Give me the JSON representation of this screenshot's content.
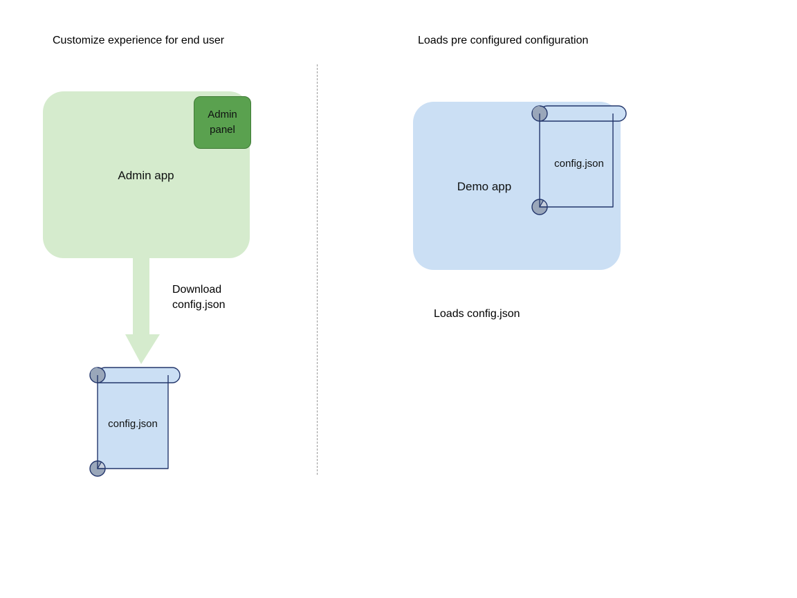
{
  "diagram": {
    "title_left": "Customize experience for end user",
    "title_right": "Loads pre configured configuration",
    "colors": {
      "admin_app_fill": "#d5ebcd",
      "admin_panel_fill": "#5aa14f",
      "admin_panel_stroke": "#3f7a36",
      "demo_app_fill": "#cbdff4",
      "scroll_fill": "#cbdff4",
      "scroll_stroke": "#23366b",
      "scroll_curl_fill": "#9aa7ba",
      "arrow_fill": "#d5ebcd",
      "divider_stroke": "#9a9a9a",
      "text": "#000000"
    }
  },
  "left_panel": {
    "heading": "Customize experience for end user",
    "app_label": "Admin app",
    "admin_panel": {
      "line1": "Admin",
      "line2": "panel"
    },
    "arrow": {
      "label_line1": "Download",
      "label_line2": "config.json",
      "direction": "down"
    },
    "document": {
      "label": "config.json",
      "icon": "scroll-icon"
    }
  },
  "right_panel": {
    "heading": "Loads pre configured configuration",
    "app_label": "Demo app",
    "document": {
      "label": "config.json",
      "icon": "scroll-icon"
    },
    "caption": "Loads config.json"
  }
}
